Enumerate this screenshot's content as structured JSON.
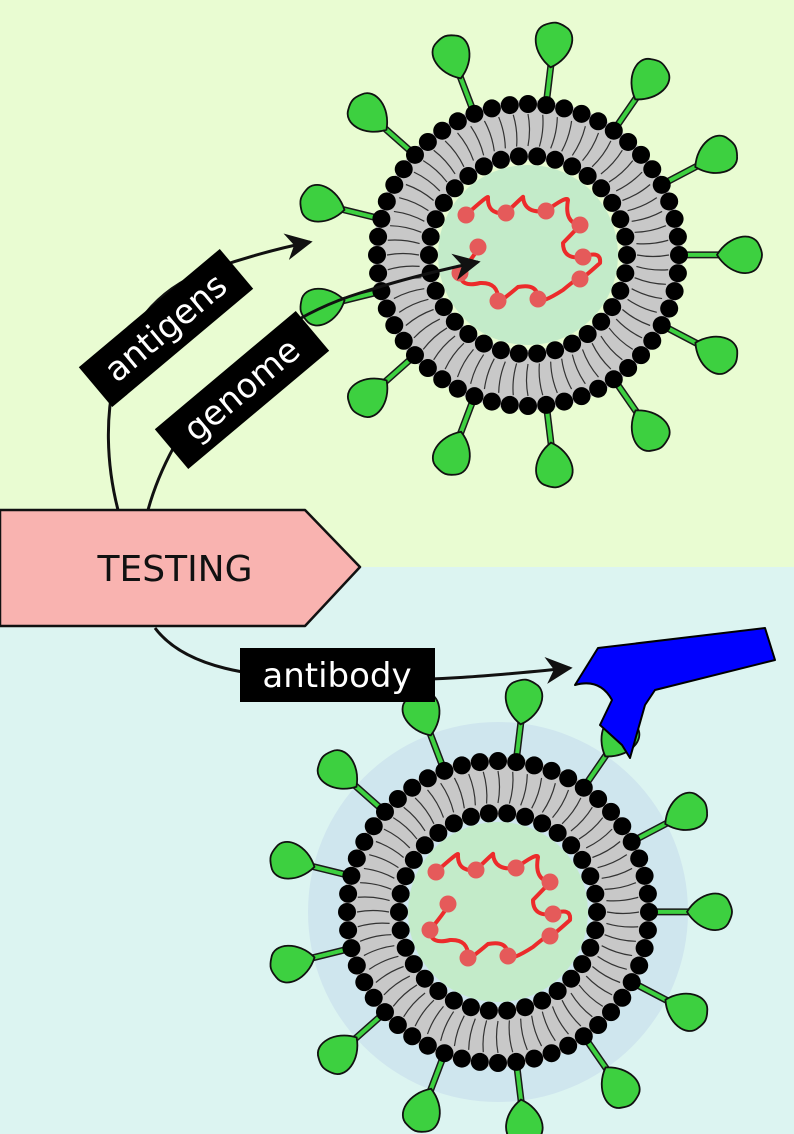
{
  "panels": {
    "top_color": "#e9fcd2",
    "bottom_color": "#dcf4f1"
  },
  "testing": {
    "label": "TESTING",
    "fill": "#f9b3b0"
  },
  "tags": {
    "antigens": "antigens",
    "genome": "genome",
    "antibody": "antibody"
  },
  "virus": {
    "spike_color": "#3dd040",
    "membrane_color": "#c8c8c8",
    "bead_color": "#000000",
    "core_color": "#c3ebc9",
    "rna_color": "#ec2b2b",
    "rna_bead_color": "#e55a5a",
    "halo_color": "#cfe6ee",
    "icon_names": [
      "coronavirus-icon",
      "antibody-bound-coronavirus-icon"
    ]
  },
  "antibody": {
    "color": "#0000ff",
    "icon": "antibody-icon"
  }
}
